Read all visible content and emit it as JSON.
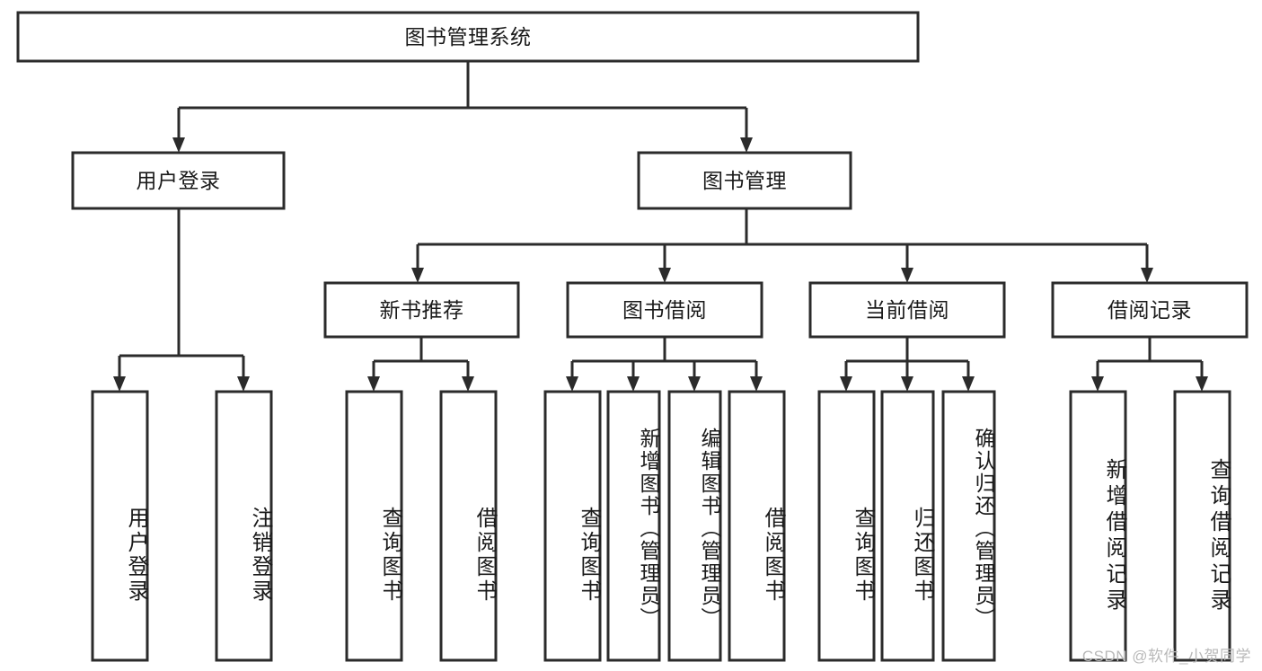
{
  "diagram": {
    "title": "图书管理系统",
    "type": "tree-hierarchy",
    "orientation": "top-down",
    "colors": {
      "box_stroke": "#2b2b2b",
      "box_fill": "#ffffff",
      "text": "#1a1a1a",
      "watermark": "#b9b9b9",
      "background": "#ffffff"
    },
    "root": {
      "id": "root",
      "label": "图书管理系统",
      "text_orientation": "horizontal"
    },
    "level2": [
      {
        "id": "user-login",
        "label": "用户登录",
        "text_orientation": "horizontal"
      },
      {
        "id": "book-management",
        "label": "图书管理",
        "text_orientation": "horizontal"
      }
    ],
    "level3": [
      {
        "id": "new-book-recommend",
        "label": "新书推荐",
        "parent": "book-management",
        "text_orientation": "horizontal"
      },
      {
        "id": "book-borrow",
        "label": "图书借阅",
        "parent": "book-management",
        "text_orientation": "horizontal"
      },
      {
        "id": "current-borrow",
        "label": "当前借阅",
        "parent": "book-management",
        "text_orientation": "horizontal"
      },
      {
        "id": "borrow-record",
        "label": "借阅记录",
        "parent": "book-management",
        "text_orientation": "horizontal"
      }
    ],
    "leaves": [
      {
        "id": "leaf-user-login",
        "label": "用户登录",
        "parent": "user-login",
        "text_orientation": "vertical"
      },
      {
        "id": "leaf-logout",
        "label": "注销登录",
        "parent": "user-login",
        "text_orientation": "vertical"
      },
      {
        "id": "leaf-query-book-1",
        "label": "查询图书",
        "parent": "new-book-recommend",
        "text_orientation": "vertical"
      },
      {
        "id": "leaf-borrow-book-1",
        "label": "借阅图书",
        "parent": "new-book-recommend",
        "text_orientation": "vertical"
      },
      {
        "id": "leaf-query-book-2",
        "label": "查询图书",
        "parent": "book-borrow",
        "text_orientation": "vertical"
      },
      {
        "id": "leaf-add-book",
        "label": "新增图书（管理员）",
        "parent": "book-borrow",
        "text_orientation": "vertical"
      },
      {
        "id": "leaf-edit-book",
        "label": "编辑图书（管理员）",
        "parent": "book-borrow",
        "text_orientation": "vertical"
      },
      {
        "id": "leaf-borrow-book-2",
        "label": "借阅图书",
        "parent": "book-borrow",
        "text_orientation": "vertical"
      },
      {
        "id": "leaf-query-book-3",
        "label": "查询图书",
        "parent": "current-borrow",
        "text_orientation": "vertical"
      },
      {
        "id": "leaf-return-book",
        "label": "归还图书",
        "parent": "current-borrow",
        "text_orientation": "vertical"
      },
      {
        "id": "leaf-confirm-return",
        "label": "确认归还（管理员）",
        "parent": "current-borrow",
        "text_orientation": "vertical"
      },
      {
        "id": "leaf-add-record",
        "label": "新增借阅记录",
        "parent": "borrow-record",
        "text_orientation": "vertical"
      },
      {
        "id": "leaf-query-record",
        "label": "查询借阅记录",
        "parent": "borrow-record",
        "text_orientation": "vertical"
      }
    ],
    "watermark": "CSDN @软件_小贺同学"
  }
}
